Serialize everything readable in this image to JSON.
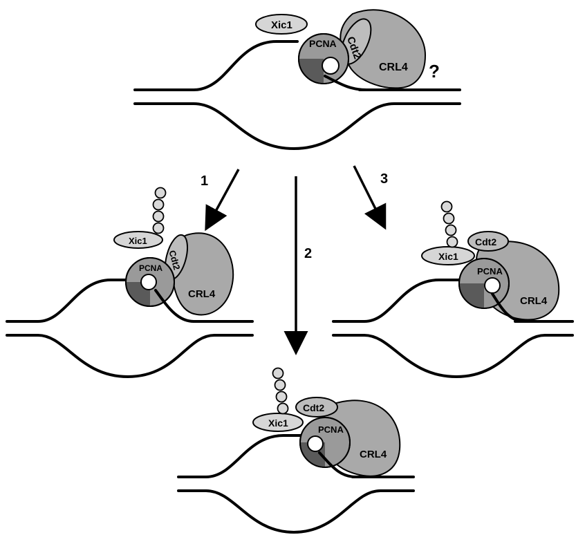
{
  "colors": {
    "background": "#ffffff",
    "ink": "#000000",
    "crl4_fill": "#a9a9a9",
    "cdt2_fill": "#bdbdbd",
    "xic1_fill": "#d6d6d6",
    "pcna_light": "#e8e8e8",
    "pcna_mid": "#9a9a9a",
    "pcna_dark": "#5a5a5a",
    "ubiquitin_fill": "#d9d9d9"
  },
  "labels": {
    "xic1": "Xic1",
    "pcna": "PCNA",
    "cdt2": "Cdt2",
    "crl4": "CRL4",
    "question": "?"
  },
  "arrows": {
    "path1": "1",
    "path2": "2",
    "path3": "3"
  },
  "panels": [
    {
      "id": "start",
      "ubiquitin_chain_length": 0
    },
    {
      "id": "outcome-1",
      "ubiquitin_chain_length": 4
    },
    {
      "id": "outcome-2",
      "ubiquitin_chain_length": 4
    },
    {
      "id": "outcome-3",
      "ubiquitin_chain_length": 4
    }
  ]
}
